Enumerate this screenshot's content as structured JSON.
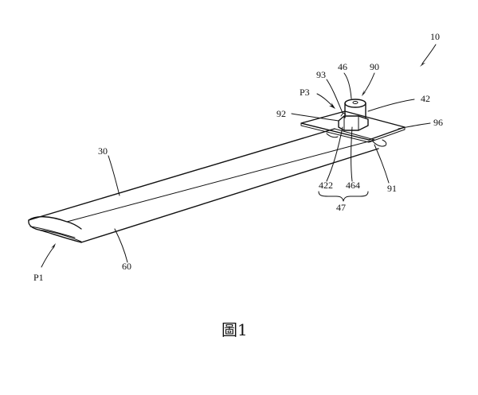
{
  "figure": {
    "caption": "圖1",
    "labels": {
      "r10": "10",
      "r90": "90",
      "r46": "46",
      "r93": "93",
      "rP3": "P3",
      "r42": "42",
      "r92": "92",
      "r96": "96",
      "r30": "30",
      "r422": "422",
      "r464": "464",
      "r91": "91",
      "r47": "47",
      "rP1": "P1",
      "r60": "60"
    }
  }
}
